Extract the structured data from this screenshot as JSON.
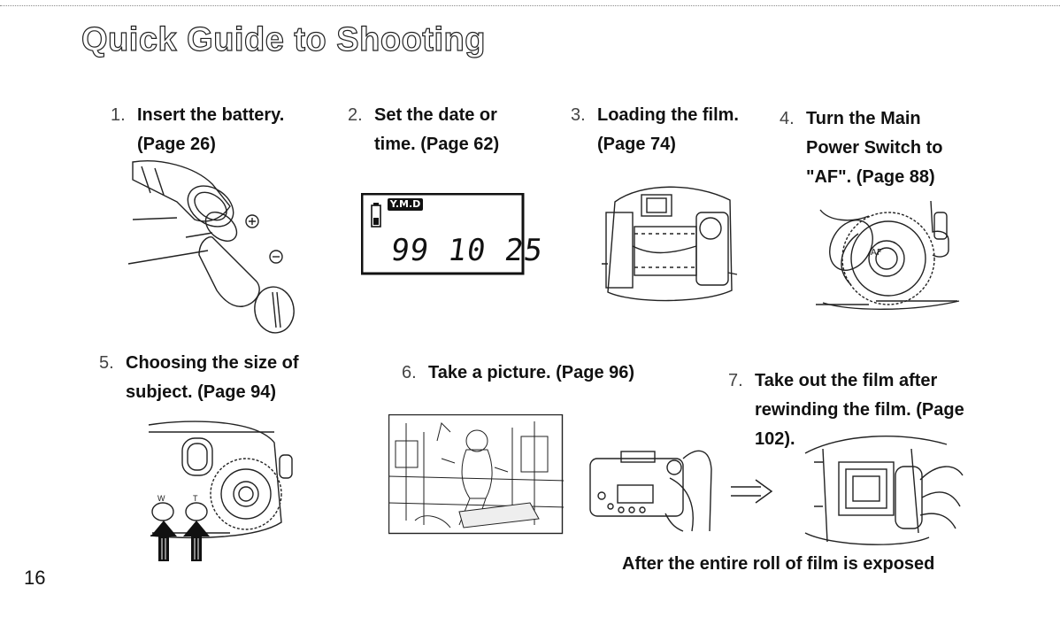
{
  "page_title": "Quick Guide to Shooting",
  "page_number": "16",
  "steps": [
    {
      "number": "1.",
      "lines": [
        "Insert the battery.",
        "(Page 26)"
      ]
    },
    {
      "number": "2.",
      "lines": [
        "Set the date or",
        "time. (Page 62)"
      ]
    },
    {
      "number": "3.",
      "lines": [
        "Loading the film.",
        "(Page 74)"
      ]
    },
    {
      "number": "4.",
      "lines": [
        "Turn the Main",
        "Power Switch to",
        "\"AF\". (Page 88)"
      ]
    },
    {
      "number": "5.",
      "lines": [
        "Choosing the size of",
        "subject. (Page 94)"
      ]
    },
    {
      "number": "6.",
      "lines": [
        "Take a picture. (Page 96)"
      ]
    },
    {
      "number": "7.",
      "lines": [
        "Take out the film after",
        "rewinding the film. (Page",
        "102)."
      ]
    }
  ],
  "lcd": {
    "mode": "Y.M.D",
    "digits": "99 10 25"
  },
  "dial_label": "AF",
  "zoom_labels": {
    "wide": "W",
    "tele": "T"
  },
  "caption": "After the entire roll of film is exposed"
}
